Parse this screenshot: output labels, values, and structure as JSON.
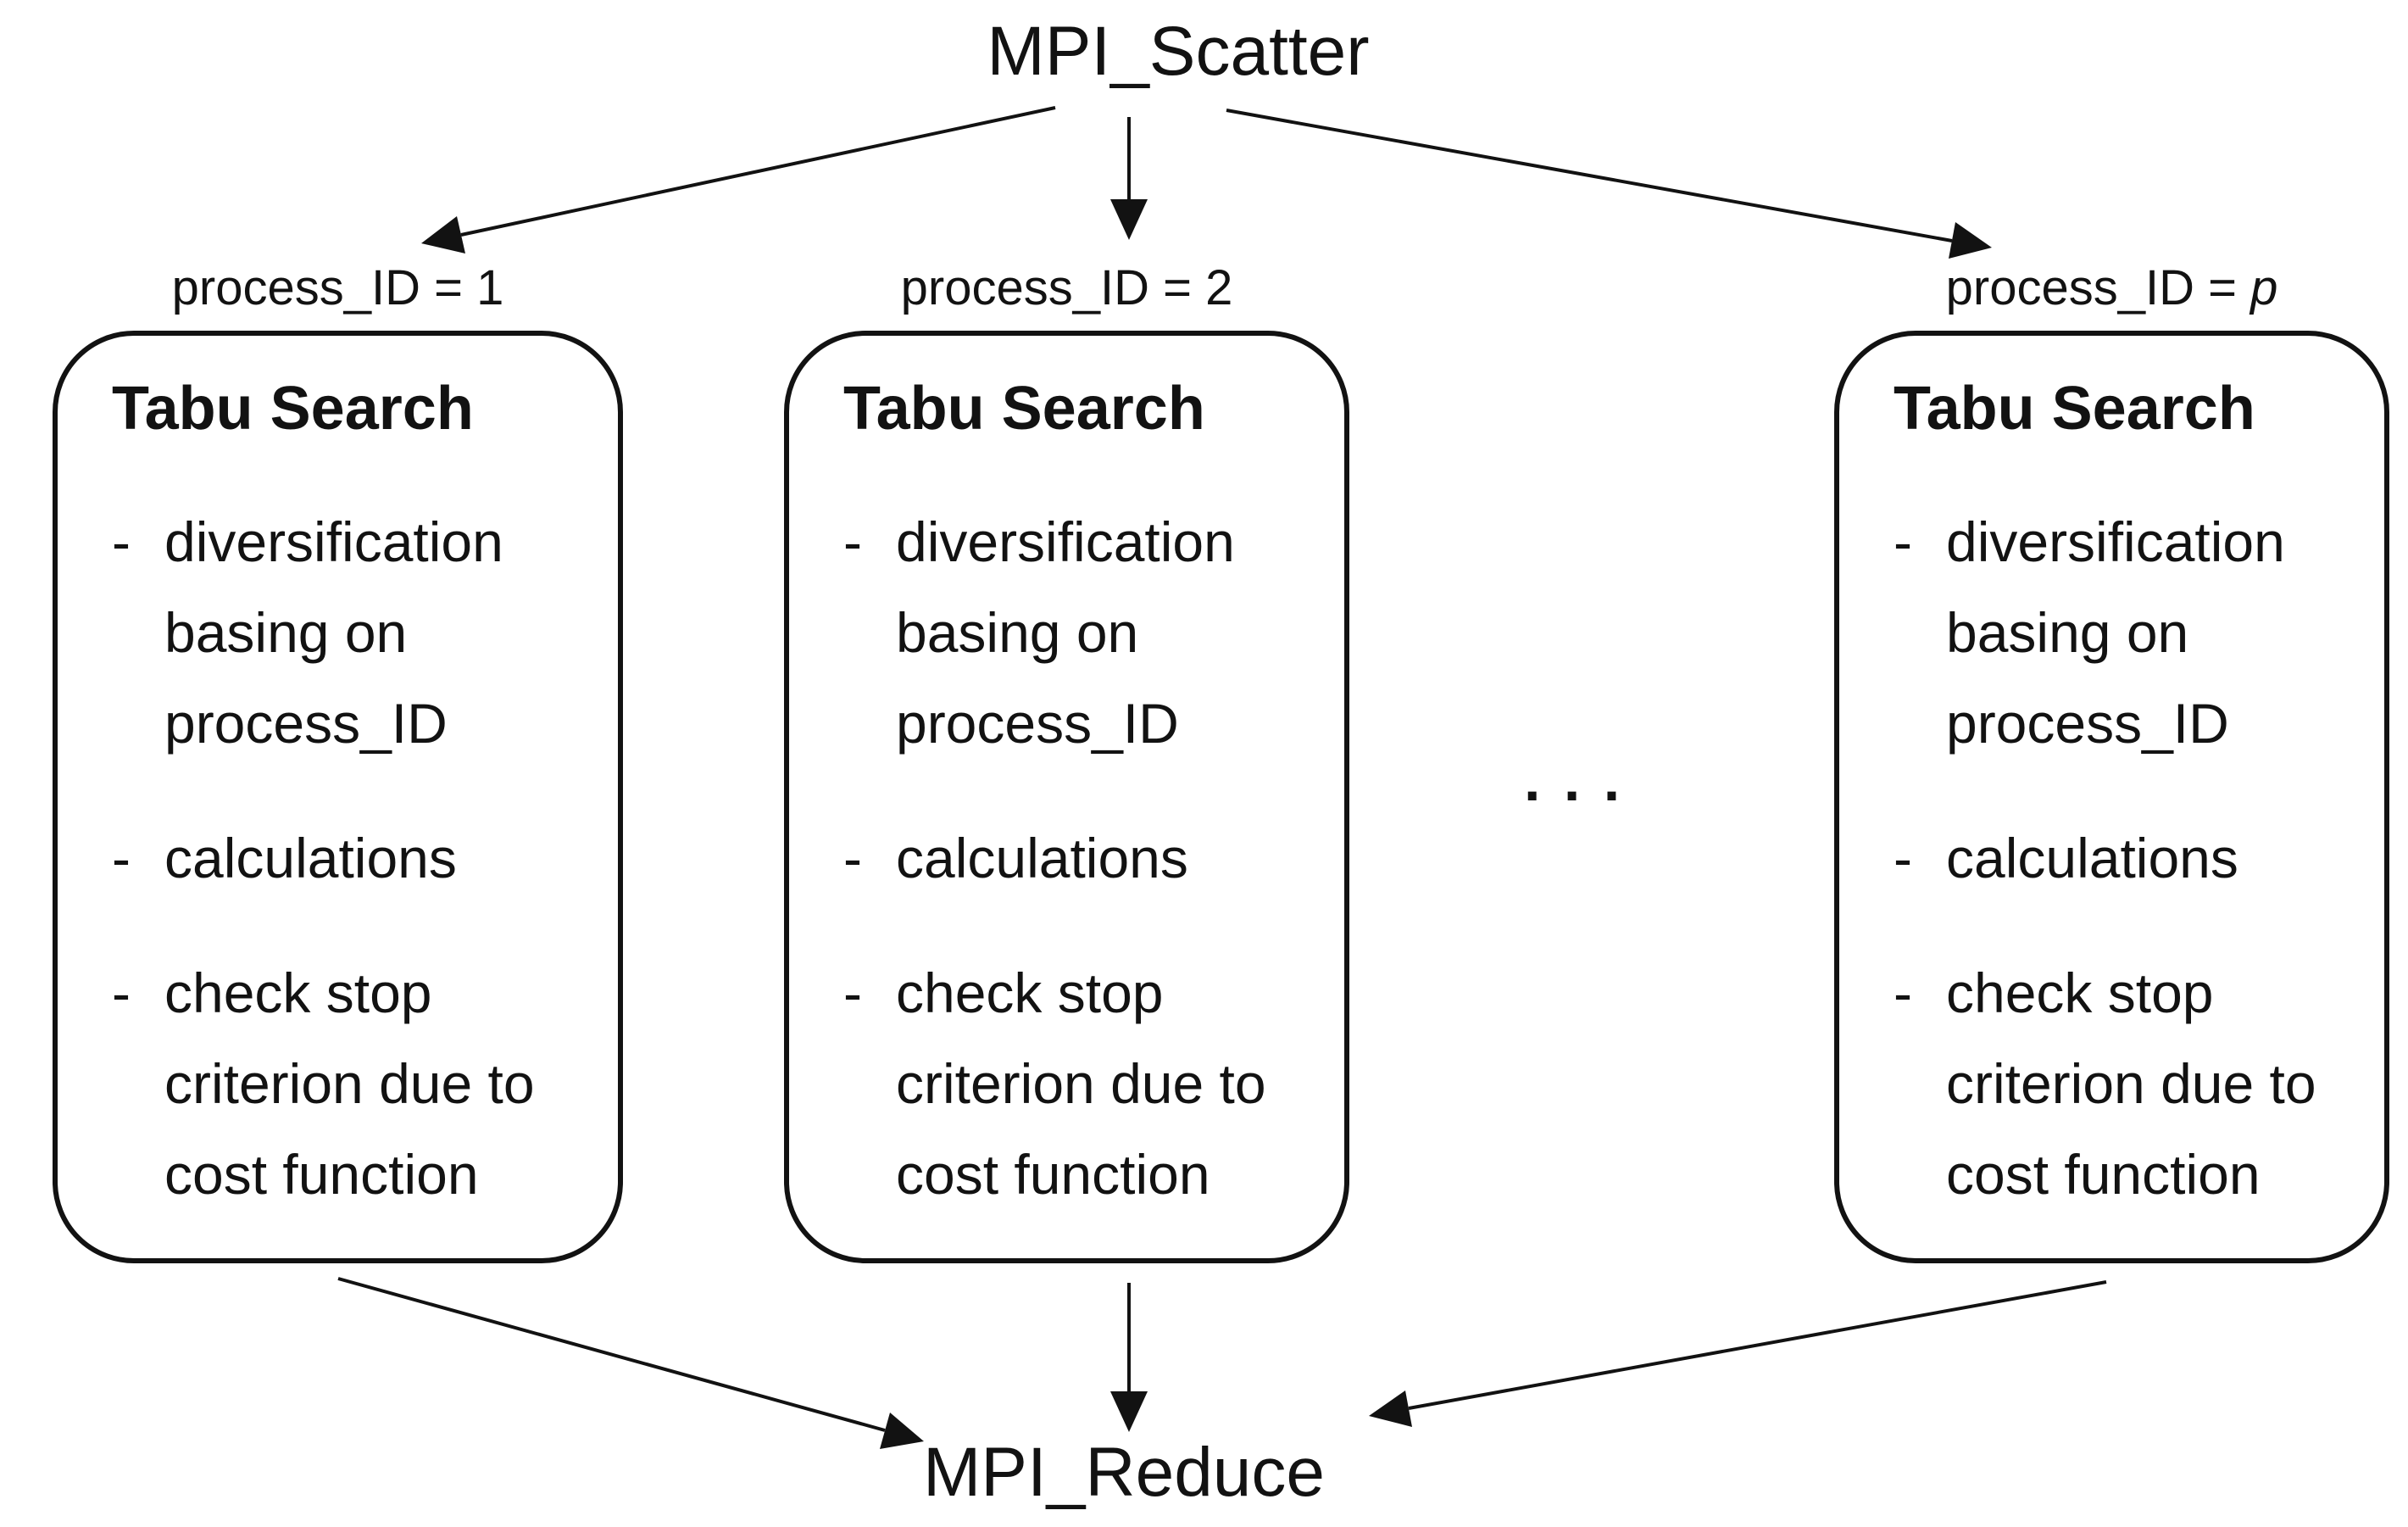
{
  "colors": {
    "ink": "#121212",
    "background": "#ffffff"
  },
  "top_node": {
    "label": "MPI_Scatter"
  },
  "bottom_node": {
    "label": "MPI_Reduce"
  },
  "ellipsis": ". . .",
  "boxes": [
    {
      "process_label_prefix": "process_ID = ",
      "process_label_value": "1",
      "process_label_value_style": "normal",
      "title": "Tabu Search",
      "items": [
        {
          "dash": "-",
          "text": "diversification\nbasing on\nprocess_ID"
        },
        {
          "dash": "-",
          "text": "calculations"
        },
        {
          "dash": "-",
          "text": "check stop\ncriterion due to\ncost function"
        }
      ]
    },
    {
      "process_label_prefix": "process_ID = ",
      "process_label_value": "2",
      "process_label_value_style": "normal",
      "title": "Tabu Search",
      "items": [
        {
          "dash": "-",
          "text": "diversification\nbasing on\nprocess_ID"
        },
        {
          "dash": "-",
          "text": "calculations"
        },
        {
          "dash": "-",
          "text": "check stop\ncriterion due to\ncost function"
        }
      ]
    },
    {
      "process_label_prefix": "process_ID = ",
      "process_label_value": "p",
      "process_label_value_style": "italic",
      "title": "Tabu Search",
      "items": [
        {
          "dash": "-",
          "text": "diversification\nbasing on\nprocess_ID"
        },
        {
          "dash": "-",
          "text": "calculations"
        },
        {
          "dash": "-",
          "text": "check stop\ncriterion due to\ncost function"
        }
      ]
    }
  ]
}
